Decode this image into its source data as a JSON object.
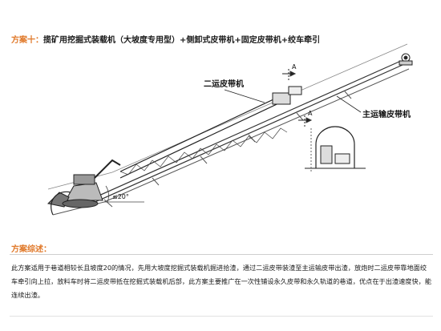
{
  "title": {
    "lead": "方案十：",
    "rest": "揽矿用挖掘式装载机（大坡度专用型）+侧卸式皮带机+固定皮带机+绞车牵引"
  },
  "diagram": {
    "label_secondary_belt": "二运皮带机",
    "label_main_belt": "主运输皮带机",
    "label_angle": "≤20°",
    "label_section_a_top": "A",
    "label_section_a_bottom": "A"
  },
  "section": {
    "heading": "方案综述："
  },
  "description": "此方案适用于巷道相较长且坡度20的情况，先用大坡度挖掘式装载机掘进拾渣，通过二运皮带装渣至主运输皮带出渣，放炮时二运皮带靠地面绞车牵引向上拉，放料车时将二运皮带抵在挖掘式装载机后部，此方案主要推广在一次性铺设永久皮带和永久轨道的巷道，优点在于出渣速度快，能连续出渣。"
}
